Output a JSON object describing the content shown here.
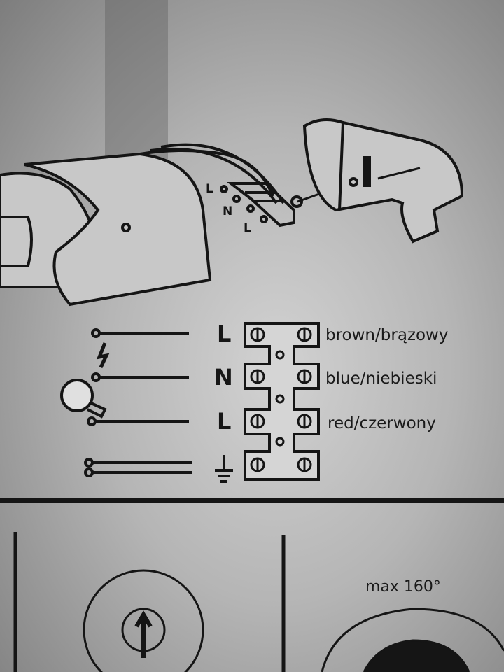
{
  "device_labels": {
    "l1": "L",
    "n": "N",
    "l2": "L"
  },
  "terminal_rows": [
    {
      "symbol": "L",
      "color": "brown/brązowy"
    },
    {
      "symbol": "N",
      "color": "blue/niebieski"
    },
    {
      "symbol": "L",
      "color": "red/czerwony"
    },
    {
      "symbol": "⏚",
      "color": ""
    }
  ],
  "angle_label": "max 160°",
  "colors": {
    "ink": "#151515",
    "paper": "#c4c4c4"
  }
}
